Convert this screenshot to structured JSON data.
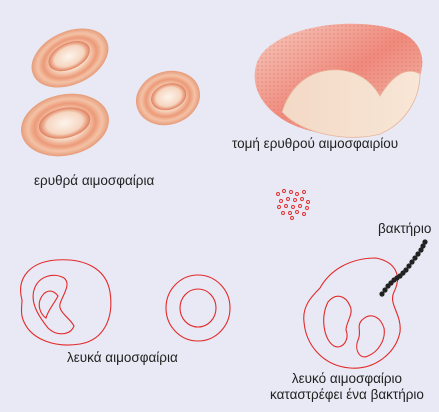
{
  "labels": {
    "red_cells": "ερυθρά αιμοσφαίρια",
    "red_cell_section": "τομή ερυθρού αιμοσφαιρίου",
    "bacterium": "βακτήριο",
    "white_cells": "λευκά αιμοσφαίρια",
    "white_cell_destroys_line1": "λευκό αιμοσφαίριο",
    "white_cell_destroys_line2": "καταστρέφει ένα βακτήριο"
  },
  "colors": {
    "background": "#e8e9f4",
    "cell_fill": "#f6dcc6",
    "cell_rim": "#e8956e",
    "cell_center": "#fbeee2",
    "outline_red": "#e32a2a",
    "bacterium": "#222222"
  }
}
